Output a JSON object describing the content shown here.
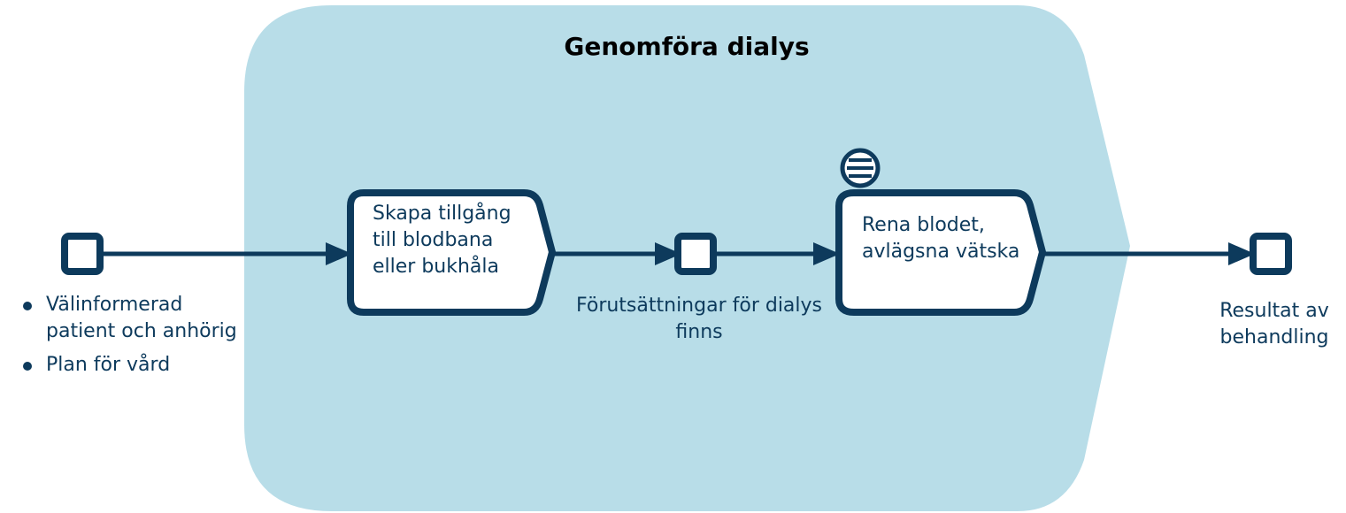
{
  "colors": {
    "process_fill": "#b8dde8",
    "stroke": "#0d3a5c",
    "text": "#0d3a5c",
    "title_text": "#000000",
    "node_fill": "#ffffff"
  },
  "process": {
    "title": "Genomföra dialys"
  },
  "input": {
    "items": [
      "Välinformerad patient och anhörig",
      "Plan för vård"
    ]
  },
  "steps": [
    {
      "label": "Skapa tillgång till blodbana eller bukhåla"
    },
    {
      "label": "Rena blodet, avlägsna vätska",
      "icon": "list-icon"
    }
  ],
  "intermediate": {
    "label": "Förutsättningar för dialys finns"
  },
  "output": {
    "label": "Resultat av behandling"
  }
}
